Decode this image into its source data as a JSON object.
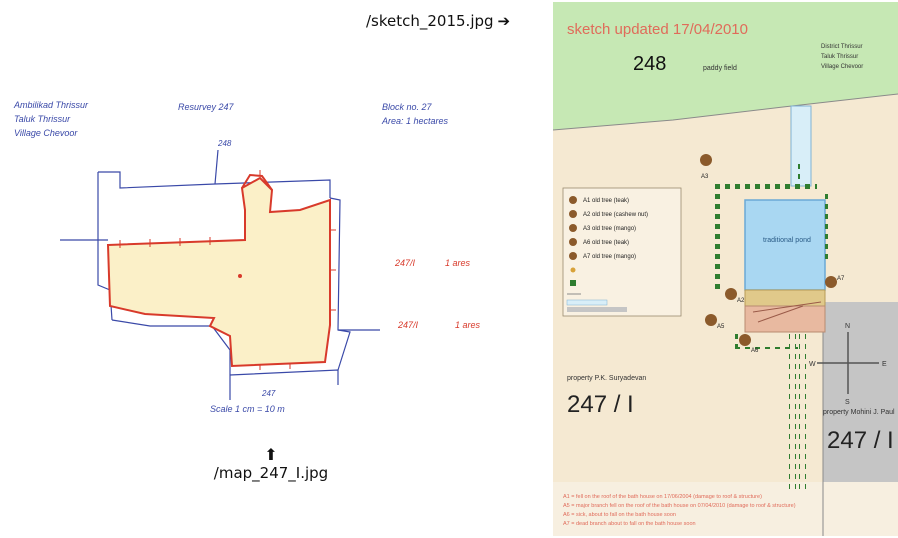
{
  "captions": {
    "sketch_file": "/sketch_2015.jpg",
    "map_file": "/map_247_I.jpg"
  },
  "sketch": {
    "title": "sketch updated 17/04/2010",
    "plot_top": "248",
    "plot_top_label": "paddy field",
    "district_lines": [
      "District Thrissur",
      "Taluk Thrissur",
      "Village Chevoor"
    ],
    "plot_left": "247 / I",
    "plot_left_owner": "property P.K. Suryadevan",
    "plot_right": "247 / I",
    "plot_right_owner": "property Mohini J. Paul",
    "pond_label": "traditional pond",
    "legend_items": [
      "A1 old tree (teak)",
      "A2 old tree (cashew nut)",
      "A3 old tree (mango)",
      "A6 old tree (teak)",
      "A7 old tree (mango)"
    ],
    "tree_labels": [
      "A3",
      "A2",
      "A5",
      "A6",
      "A7"
    ],
    "compass": {
      "n": "N",
      "s": "S",
      "e": "E",
      "w": "W"
    },
    "notes": [
      "A1 = fell on the roof of the bath house on 17/06/2004 (damage to roof & structure)",
      "A5 = major branch fell on the roof of the bath house on 07/04/2010 (damage to roof & structure)",
      "A6 = sick, about to fall on the bath house soon",
      "A7 = dead branch about to fall on the bath house soon"
    ],
    "colors": {
      "field": "#c6e8b4",
      "land": "#f5e9d2",
      "grey": "#c5c5c5",
      "pond": "#a9d7f2",
      "title": "#e06b5a",
      "tree": "#8b5a2b",
      "dot": "#2f7d2f"
    }
  },
  "map": {
    "header_lines": [
      "Ambilikad Thrissur",
      "Taluk Thrissur",
      "Village Chevoor"
    ],
    "center_header": "Resurvey 247",
    "right_header": [
      "Block no. 27",
      "Area: 1 hectares"
    ],
    "note_1": [
      "247/I",
      "1 ares"
    ],
    "note_2": [
      "247/I",
      "1 ares"
    ],
    "scale": "Scale 1 cm = 10 m",
    "label_248": "248",
    "label_247": "247",
    "colors": {
      "fill": "#fbf0c8",
      "boundary": "#d83a2b",
      "ink": "#3a49a8"
    }
  }
}
